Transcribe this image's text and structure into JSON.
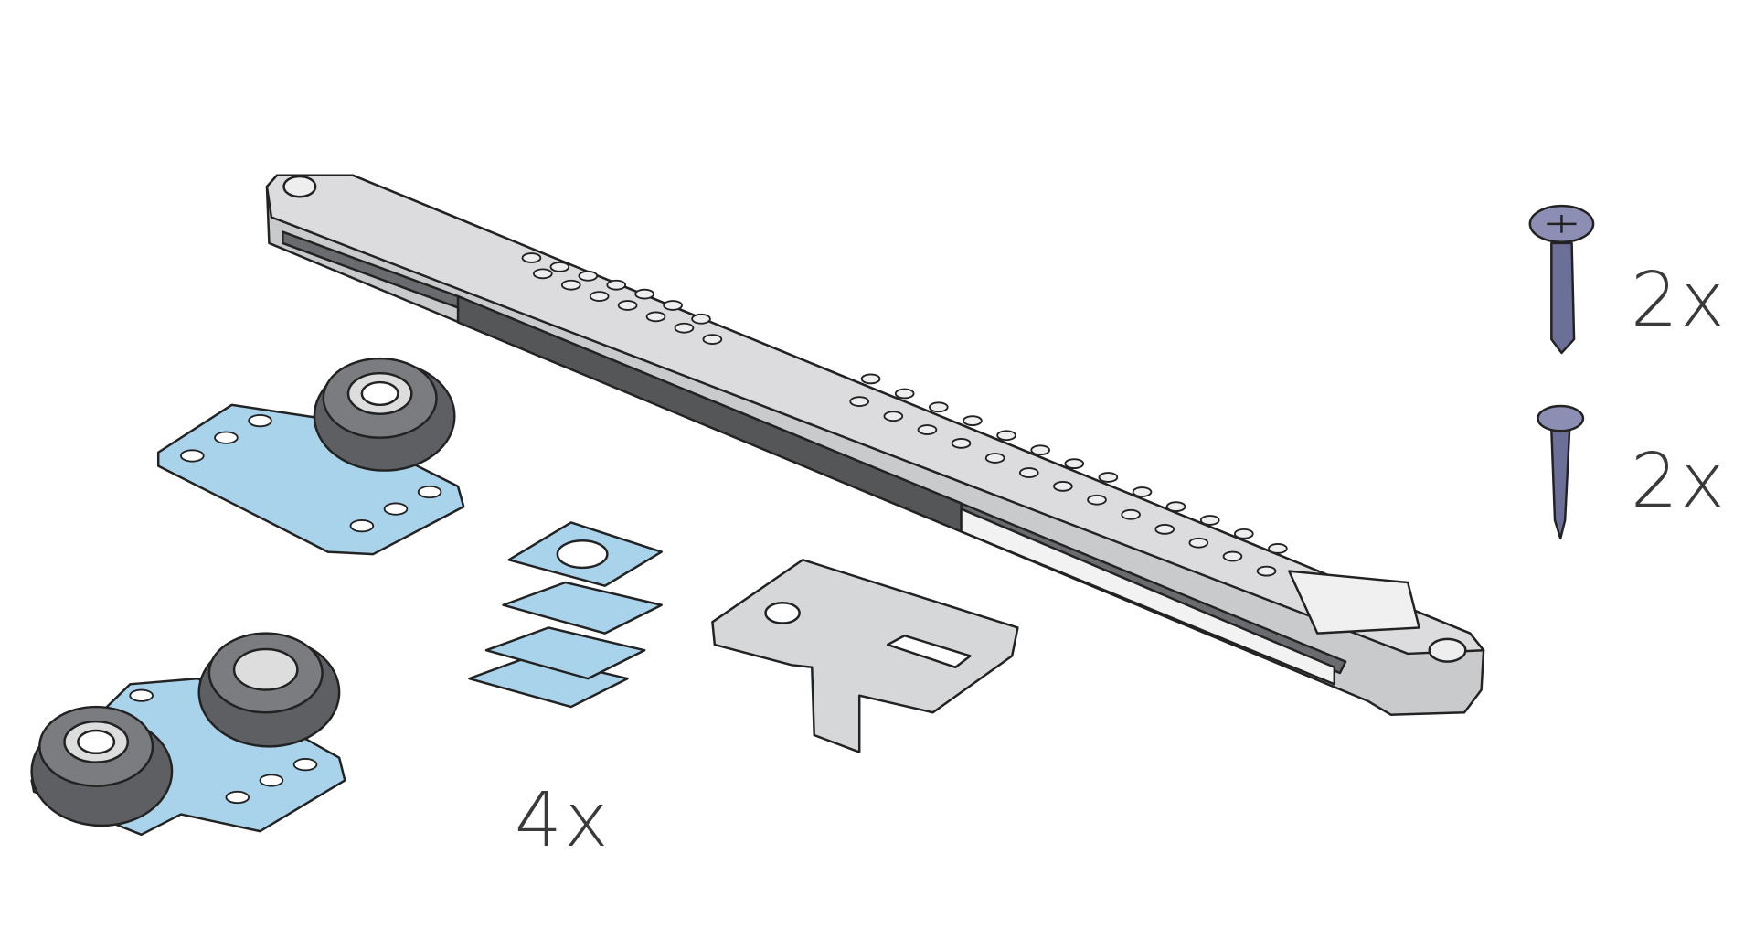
{
  "labels": {
    "screw_large_qty": "2x",
    "screw_small_qty": "2x",
    "spacer_qty": "4x"
  },
  "colors": {
    "plate_blue": "#a9d3ea",
    "rail_grey": "#cfd0d2",
    "wheel_dark": "#5d5f62",
    "screw_blue": "#6c6f98",
    "outline": "#222222"
  }
}
